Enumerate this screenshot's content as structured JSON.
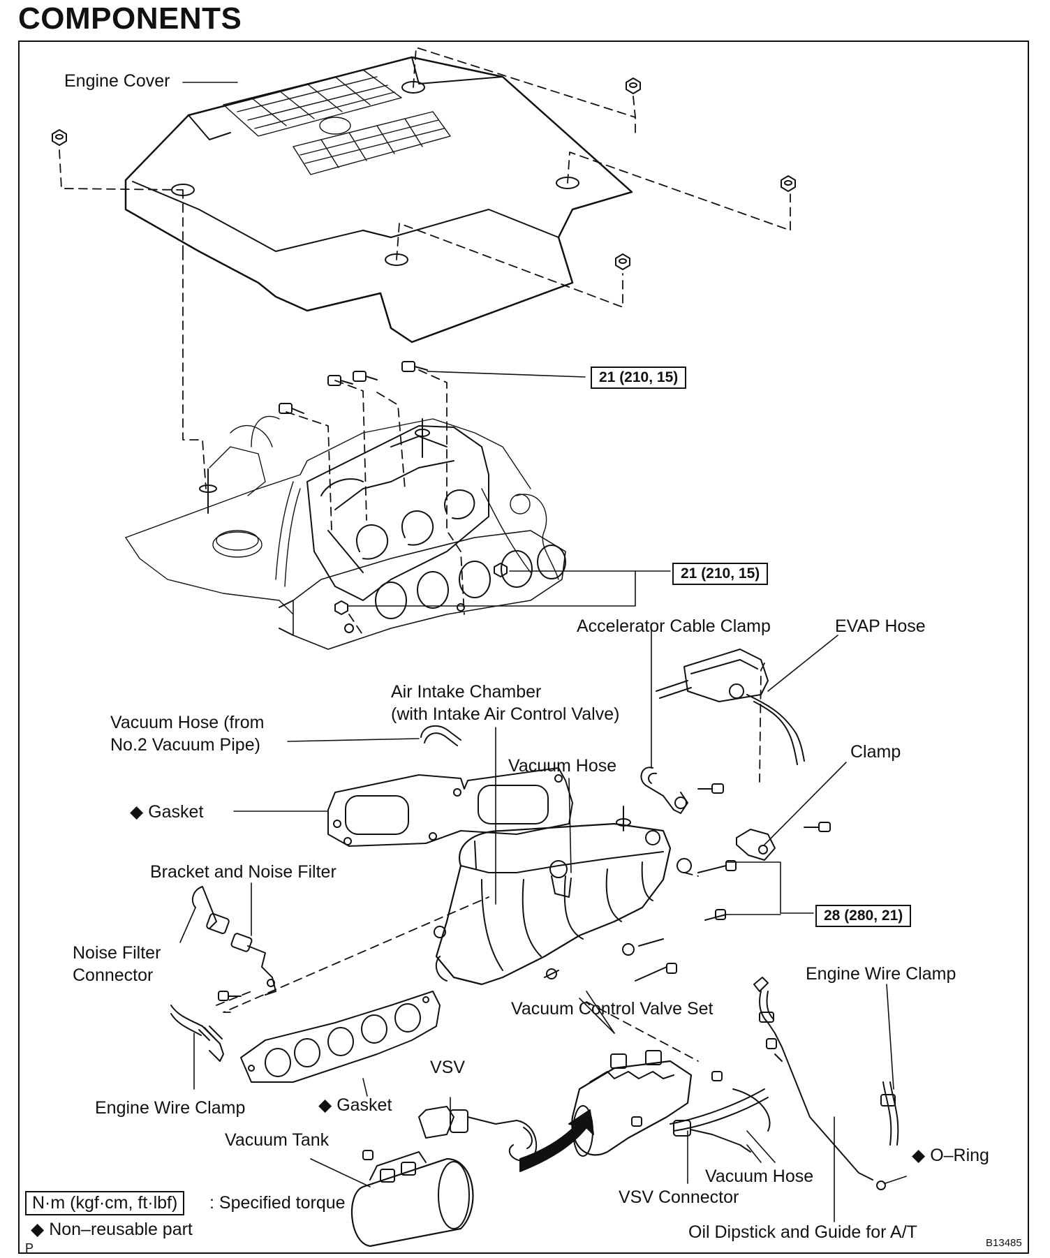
{
  "title": "COMPONENTS",
  "labels": {
    "engine_cover": "Engine Cover",
    "accelerator_cable_clamp": "Accelerator Cable Clamp",
    "evap_hose": "EVAP Hose",
    "air_intake_chamber_1": "Air Intake Chamber",
    "air_intake_chamber_2": "(with Intake Air Control Valve)",
    "vacuum_hose_from_1": "Vacuum Hose (from",
    "vacuum_hose_from_2": "No.2 Vacuum Pipe)",
    "clamp": "Clamp",
    "vacuum_hose_top": "Vacuum Hose",
    "gasket_top": "Gasket",
    "bracket_noise_filter": "Bracket and Noise Filter",
    "noise_filter_connector_1": "Noise Filter",
    "noise_filter_connector_2": "Connector",
    "engine_wire_clamp_right": "Engine Wire Clamp",
    "vacuum_control_valve_set": "Vacuum Control Valve Set",
    "vsv": "VSV",
    "engine_wire_clamp_left": "Engine Wire Clamp",
    "gasket_bottom": "Gasket",
    "vacuum_tank": "Vacuum Tank",
    "o_ring": "O–Ring",
    "vacuum_hose_bottom": "Vacuum Hose",
    "vsv_connector": "VSV Connector",
    "oil_dipstick": "Oil Dipstick and Guide for A/T"
  },
  "torques": {
    "t1": "21 (210, 15)",
    "t2": "21 (210, 15)",
    "t3": "28 (280, 21)"
  },
  "legend": {
    "torque_unit": "N·m (kgf·cm, ft·lbf)",
    "torque_desc": ": Specified torque",
    "nonreusable": "Non–reusable part",
    "diamond_symbol": "◆"
  },
  "footer": {
    "code": "B13485",
    "page_mark": "P"
  }
}
